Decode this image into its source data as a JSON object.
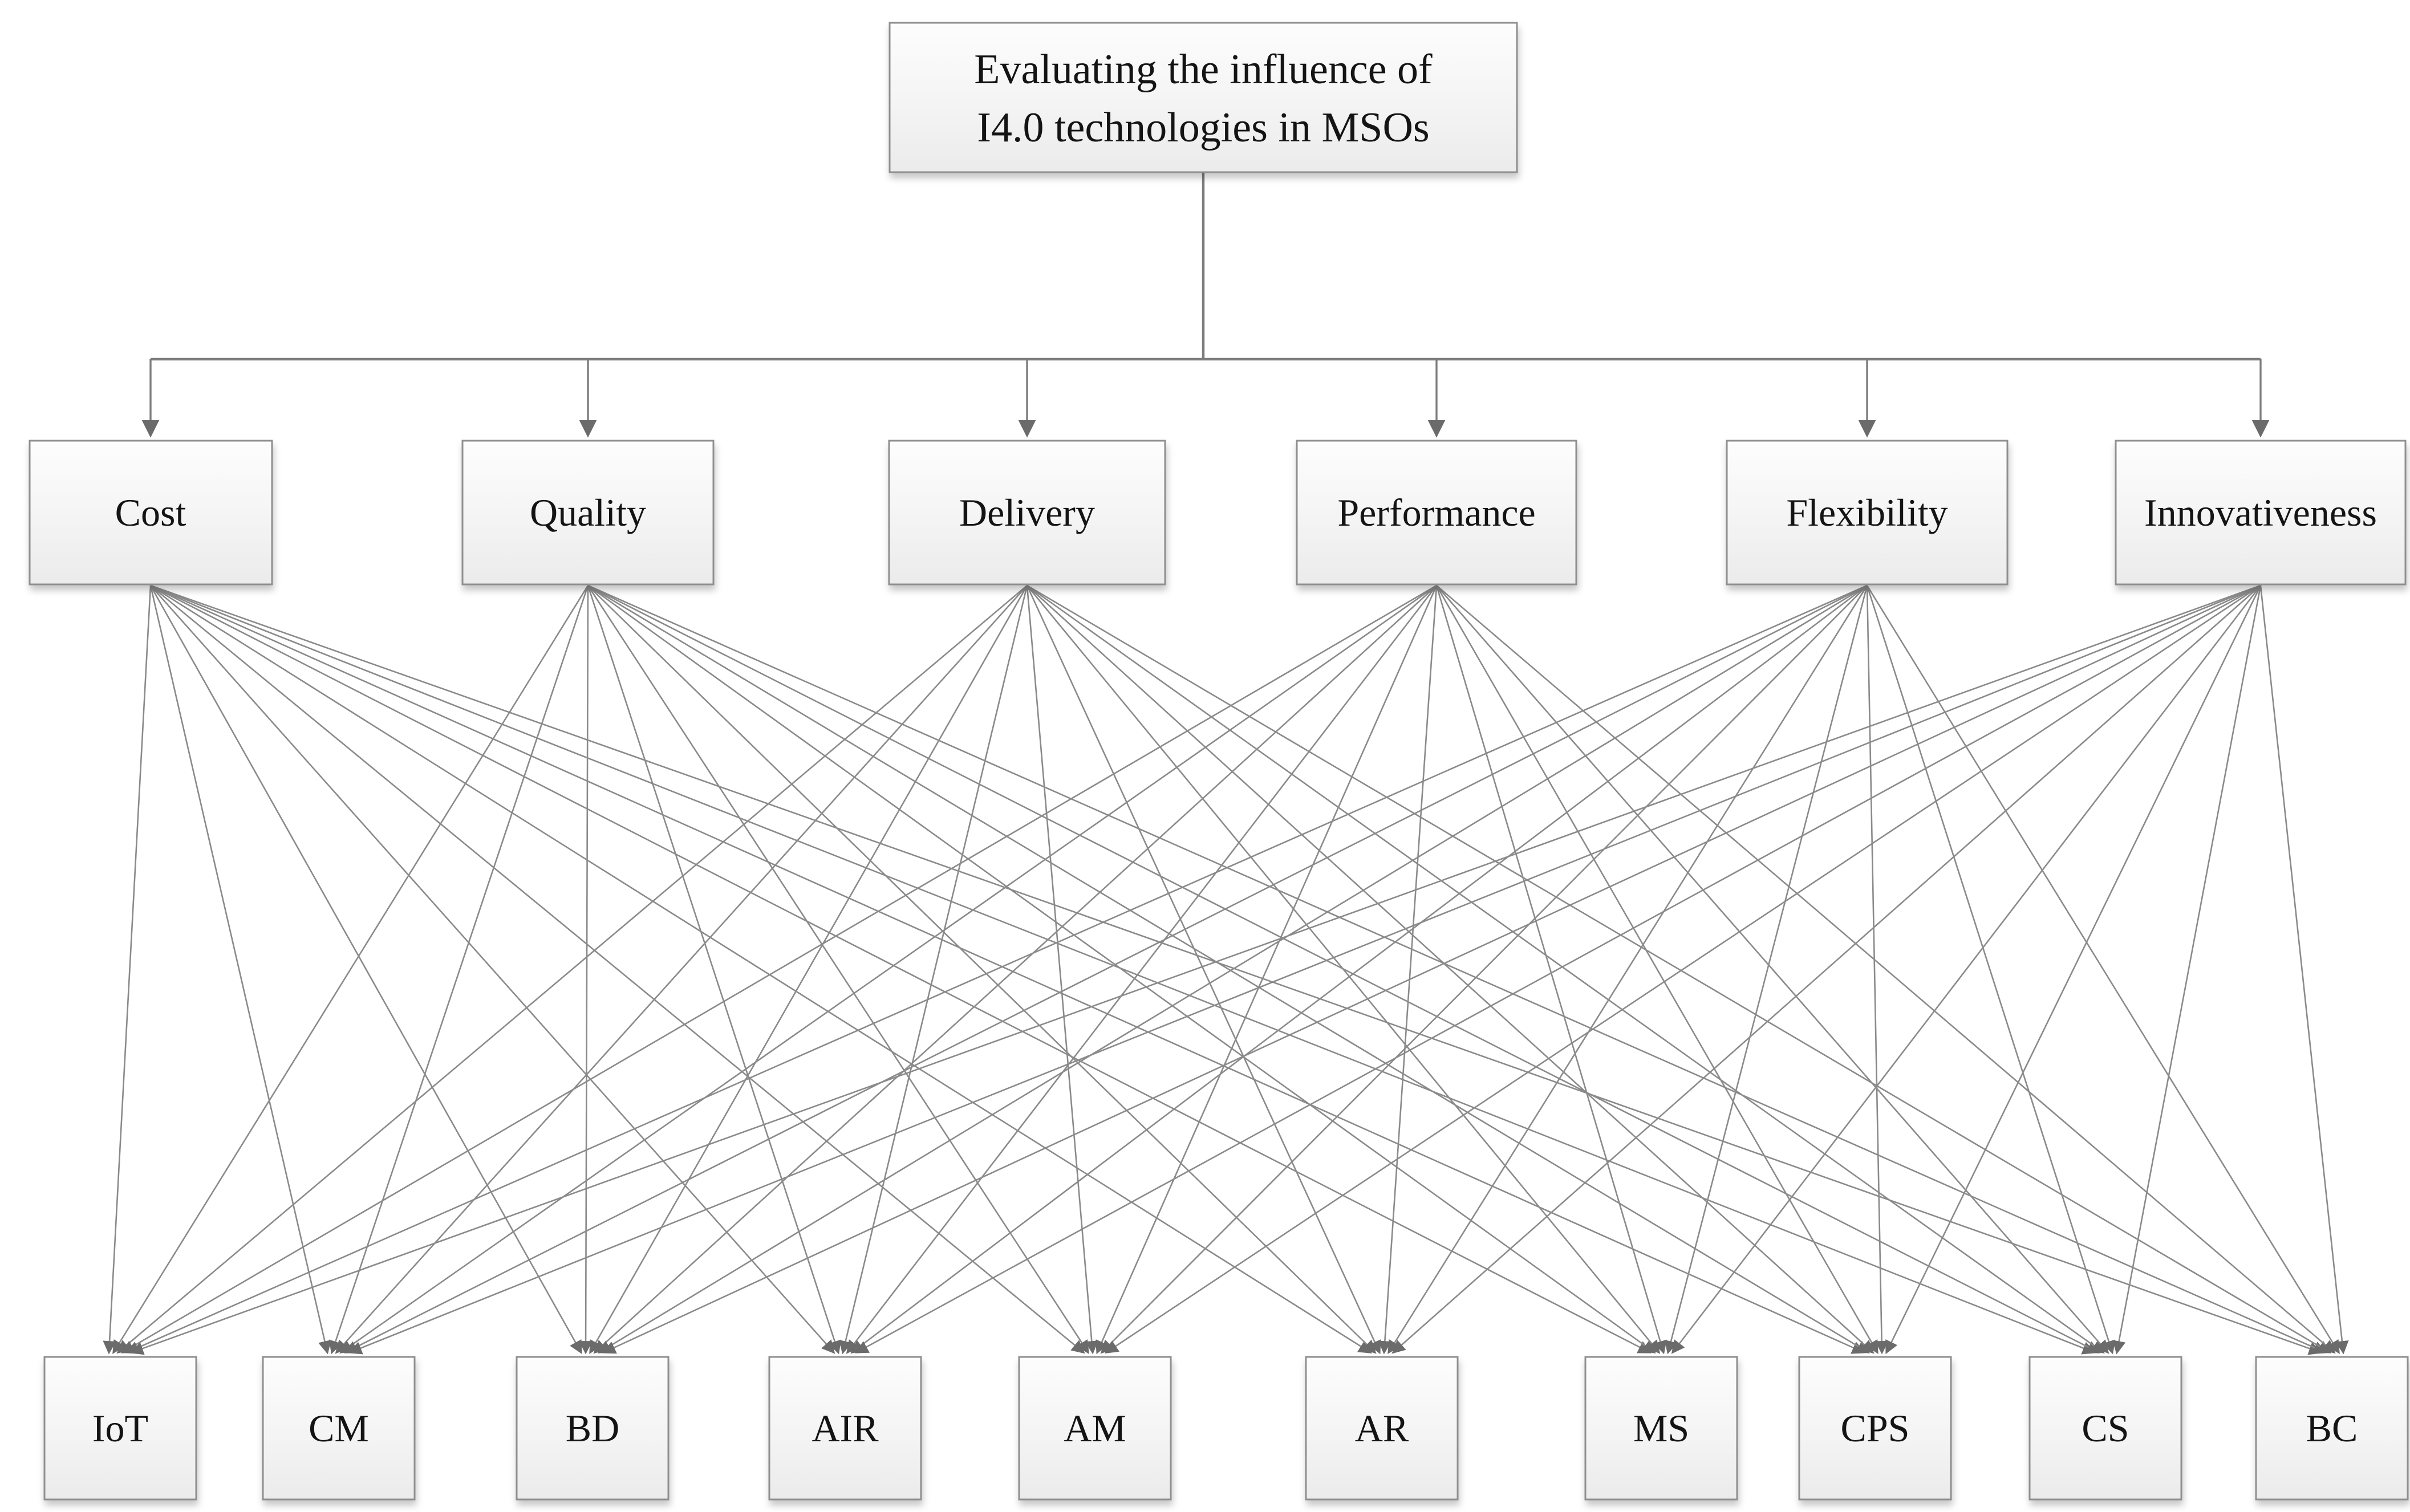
{
  "figure": {
    "type": "hierarchy-diagram",
    "goal": {
      "label": "Evaluating the influence of I4.0 technologies in MSOs",
      "label_line1": "Evaluating the influence of",
      "label_line2": "I4.0 technologies in MSOs"
    },
    "criteria": [
      "Cost",
      "Quality",
      "Delivery",
      "Performance",
      "Flexibility",
      "Innovativeness"
    ],
    "alternatives": [
      "IoT",
      "CM",
      "BD",
      "AIR",
      "AM",
      "AR",
      "MS",
      "CPS",
      "CS",
      "BC"
    ],
    "connections": {
      "goal_to_each_criterion": true,
      "each_criterion_to_each_alternative": true,
      "arrow_direction": "downward"
    },
    "colors": {
      "background": "#ffffff",
      "box_fill_top": "#fdfdfd",
      "box_fill_bottom": "#ebebeb",
      "box_border": "#8f8f8f",
      "connector_line": "#7d7d7d",
      "arrowhead": "#6b6b6b",
      "text": "#141414"
    }
  }
}
